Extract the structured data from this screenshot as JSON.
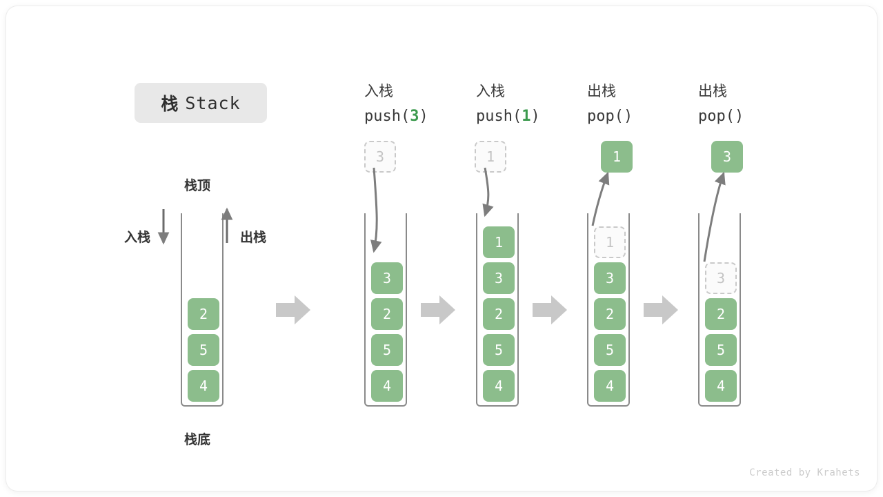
{
  "title": {
    "cn": "栈",
    "en": "Stack"
  },
  "labels": {
    "top": "栈顶",
    "bottom": "栈底",
    "push_side": "入栈",
    "pop_side": "出栈"
  },
  "footer": "Created by Krahets",
  "colors": {
    "cell_fill": "#8cbd8c",
    "cell_text": "#ffffff",
    "ghost_border": "#c9c9c9",
    "ghost_text": "#c3c3c3",
    "accent_green": "#3c9a4e",
    "arrow_gray": "#7d7d7d",
    "block_arrow": "#c8c8c8",
    "badge_bg": "#e8e8e8",
    "container_border": "#8a8a8a"
  },
  "columns": [
    {
      "id": "initial",
      "head_line1": "",
      "head_line2": "",
      "head_arg": "",
      "floating": null,
      "cells": [
        "2",
        "5",
        "4"
      ],
      "ghost_top": null
    },
    {
      "id": "push-3",
      "head_line1": "入栈",
      "head_line2_prefix": "push(",
      "head_arg": "3",
      "head_line2_suffix": ")",
      "floating": {
        "value": "3",
        "style": "ghost"
      },
      "cells": [
        "3",
        "2",
        "5",
        "4"
      ],
      "ghost_top": null
    },
    {
      "id": "push-1",
      "head_line1": "入栈",
      "head_line2_prefix": "push(",
      "head_arg": "1",
      "head_line2_suffix": ")",
      "floating": {
        "value": "1",
        "style": "ghost"
      },
      "cells": [
        "1",
        "3",
        "2",
        "5",
        "4"
      ],
      "ghost_top": null
    },
    {
      "id": "pop-1",
      "head_line1": "出栈",
      "head_line2_prefix": "pop(",
      "head_arg": "",
      "head_line2_suffix": ")",
      "floating": {
        "value": "1",
        "style": "solid"
      },
      "cells": [
        "3",
        "2",
        "5",
        "4"
      ],
      "ghost_top": "1"
    },
    {
      "id": "pop-3",
      "head_line1": "出栈",
      "head_line2_prefix": "pop(",
      "head_arg": "",
      "head_line2_suffix": ")",
      "floating": {
        "value": "3",
        "style": "solid"
      },
      "cells": [
        "2",
        "5",
        "4"
      ],
      "ghost_top": "3"
    }
  ]
}
